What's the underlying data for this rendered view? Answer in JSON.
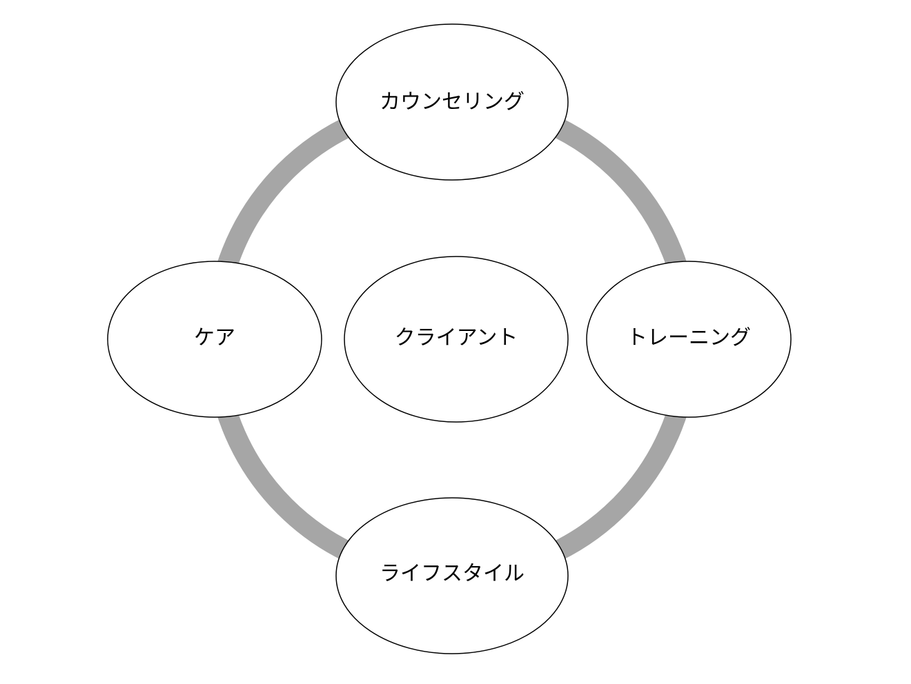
{
  "diagram": {
    "center": "クライアント",
    "nodes": {
      "top": "カウンセリング",
      "right": "トレーニング",
      "bottom": "ライフスタイル",
      "left": "ケア"
    },
    "colors": {
      "ring": "#a6a6a6",
      "node_fill": "#ffffff",
      "node_stroke": "#000000"
    }
  }
}
